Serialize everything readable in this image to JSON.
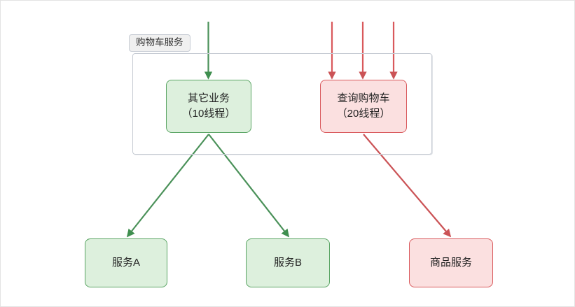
{
  "diagram": {
    "title_label": "购物车服务",
    "group": {
      "label": "购物车服务",
      "name": "shopping-cart-service-group"
    },
    "colors": {
      "green_fill": "#ddf0dd",
      "green_stroke": "#5aa564",
      "red_fill": "#fbe0e0",
      "red_stroke": "#d9595c",
      "group_border": "#c7ccd4",
      "group_label_bg": "#f0f0f0",
      "canvas_bg": "#ffffff",
      "text": "#222222"
    },
    "nodes": [
      {
        "id": "other-business",
        "line1": "其它业务",
        "line2": "（10线程）",
        "threads": 10,
        "style": "green"
      },
      {
        "id": "query-cart",
        "line1": "查询购物车",
        "line2": "（20线程）",
        "threads": 20,
        "style": "red"
      },
      {
        "id": "service-a",
        "line1": "服务A",
        "line2": "",
        "style": "green"
      },
      {
        "id": "service-b",
        "line1": "服务B",
        "line2": "",
        "style": "green"
      },
      {
        "id": "product-service",
        "line1": "商品服务",
        "line2": "",
        "style": "red"
      }
    ],
    "edges": [
      {
        "id": "in-other-1",
        "from": "external",
        "to": "other-business",
        "color": "green",
        "count": 1
      },
      {
        "id": "in-query-1",
        "from": "external",
        "to": "query-cart",
        "color": "red",
        "count": 3
      },
      {
        "id": "other-to-service-a",
        "from": "other-business",
        "to": "service-a",
        "color": "green"
      },
      {
        "id": "other-to-service-b",
        "from": "other-business",
        "to": "service-b",
        "color": "green"
      },
      {
        "id": "query-to-product",
        "from": "query-cart",
        "to": "product-service",
        "color": "red"
      }
    ]
  }
}
